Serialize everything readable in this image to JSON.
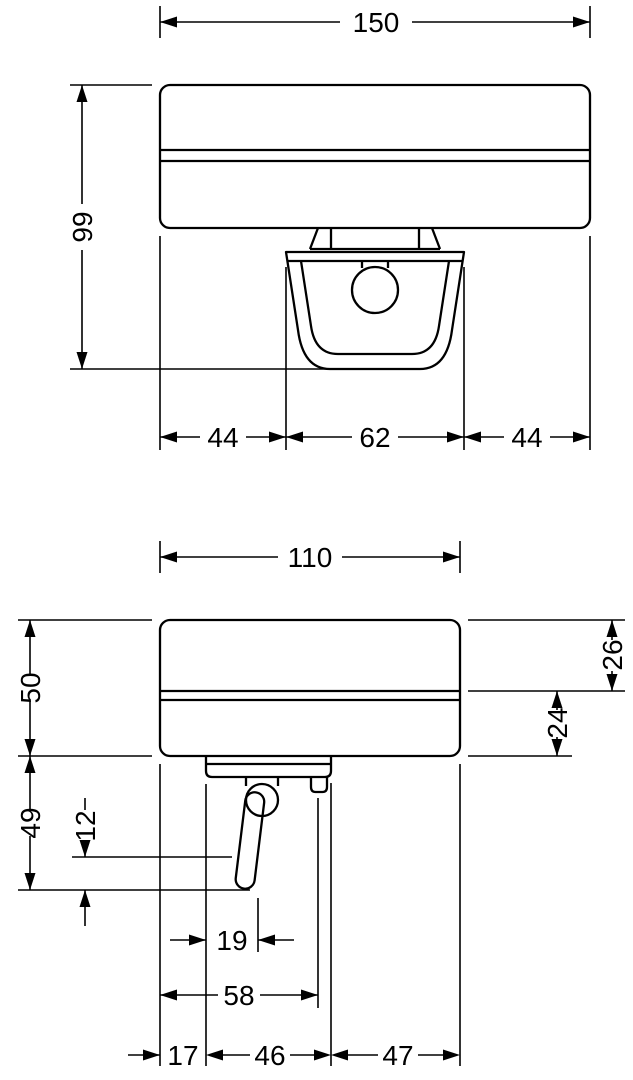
{
  "front_view": {
    "dim_width": "150",
    "dim_height": "99",
    "dim_bottom_left": "44",
    "dim_bottom_center": "62",
    "dim_bottom_right": "44"
  },
  "side_view": {
    "dim_depth": "110",
    "dim_top_section": "26",
    "dim_mid_section": "24",
    "dim_body_height": "50",
    "dim_lower_height": "49",
    "dim_lever_clearance": "12",
    "dim_lever_offset": "19",
    "dim_front_to_stem": "58",
    "dim_bottom_left": "17",
    "dim_bottom_center": "46",
    "dim_bottom_right": "47"
  }
}
